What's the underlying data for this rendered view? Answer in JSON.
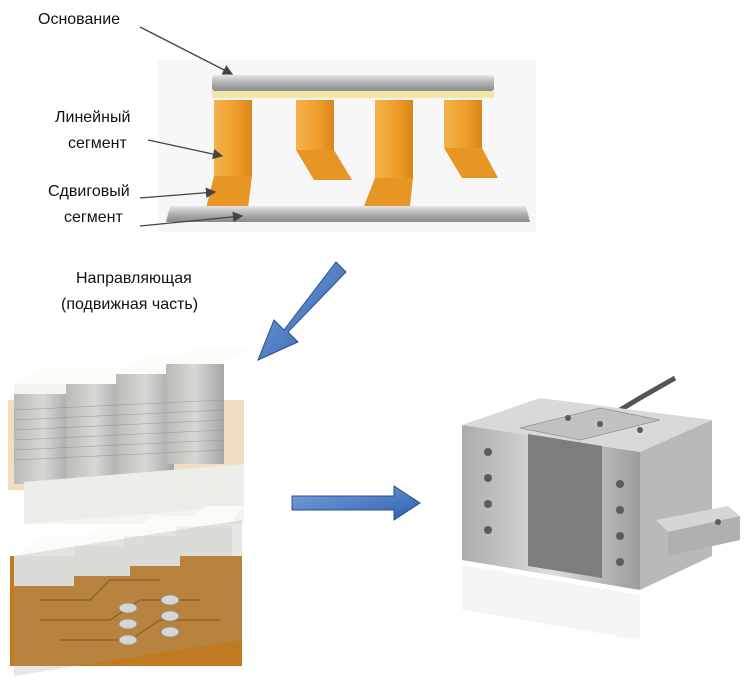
{
  "labels": {
    "base": "Основание",
    "linear_line1": "Линейный",
    "linear_line2": "сегмент",
    "shear_line1": "Сдвиговый",
    "shear_line2": "сегмент",
    "guide_line1": "Направляющая",
    "guide_line2": "(подвижная часть)"
  },
  "colors": {
    "segment_orange": "#f0a030",
    "rail_gray": "#b8b8b8",
    "arrow_blue": "#4a78c0",
    "ceramic_white": "#f2f2ee",
    "flex_orange": "#c87a1a",
    "metal_gray": "#c9cbcd"
  },
  "icons": [
    "pointer-arrow",
    "flow-arrow-down-left",
    "flow-arrow-right"
  ]
}
